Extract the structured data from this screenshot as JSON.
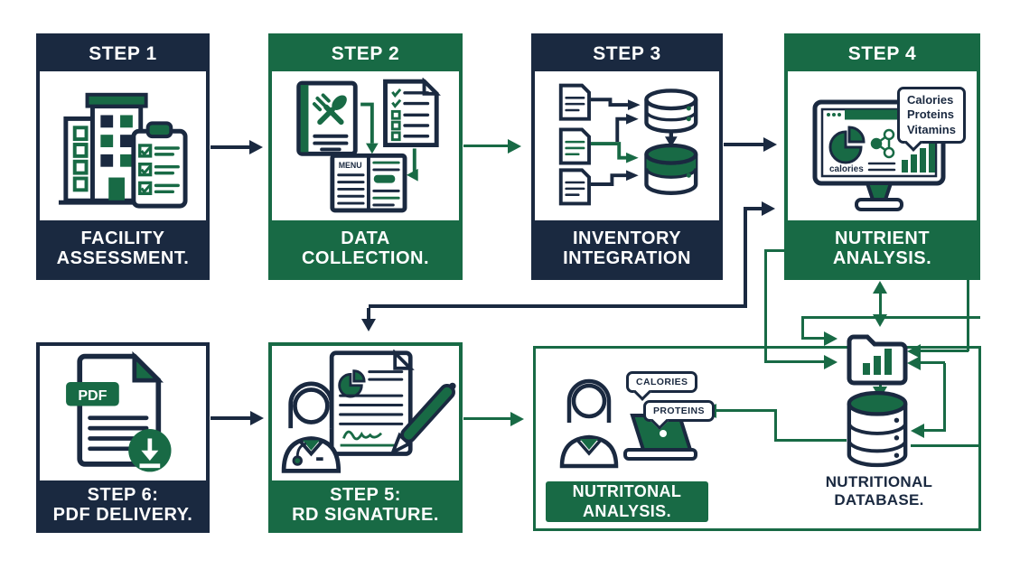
{
  "colors": {
    "navy": "#1a2940",
    "green": "#186a45",
    "background": "#ffffff"
  },
  "steps": [
    {
      "header": "STEP 1",
      "label_lines": [
        "FACILITY",
        "ASSESSMENT."
      ]
    },
    {
      "header": "STEP 2",
      "label_lines": [
        "DATA",
        "COLLECTION."
      ],
      "menu_label": "MENU"
    },
    {
      "header": "STEP 3",
      "label_lines": [
        "INVENTORY",
        "INTEGRATION"
      ]
    },
    {
      "header": "STEP 4",
      "label_lines": [
        "NUTRIENT",
        "ANALYSIS."
      ],
      "screen_label": "calories",
      "bubble_lines": [
        "Calories",
        "Proteins",
        "Vitamins"
      ]
    },
    {
      "label_lines": [
        "STEP 5:",
        "RD SIGNATURE."
      ]
    },
    {
      "label_lines": [
        "STEP 6:",
        "PDF DELIVERY."
      ],
      "badge": "PDF"
    }
  ],
  "analysis_panel": {
    "bubbles": [
      "CALORIES",
      "PROTEINS"
    ],
    "label_lines": [
      "NUTRITONAL",
      "ANALYSIS."
    ]
  },
  "database_panel": {
    "label_lines": [
      "NUTRITIONAL",
      "DATABASE."
    ]
  }
}
